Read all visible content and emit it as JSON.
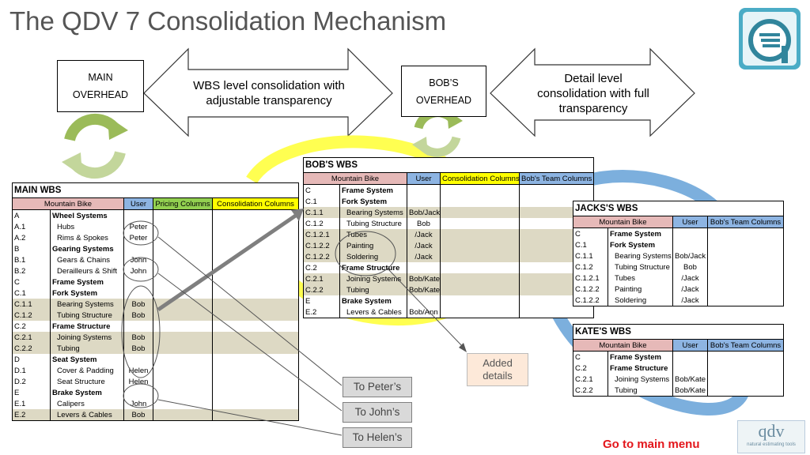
{
  "title": "The QDV 7 Consolidation Mechanism",
  "main_overhead": {
    "line1": "MAIN",
    "line2": "OVERHEAD"
  },
  "bobs_overhead": {
    "line1": "BOB’S",
    "line2": "OVERHEAD"
  },
  "arrow_left_text": {
    "line1": "WBS level consolidation with",
    "line2": "adjustable transparency"
  },
  "arrow_right_text": {
    "line1": "Detail level",
    "line2": "consolidation with full",
    "line3": "transparency"
  },
  "main_wbs": {
    "title": "MAIN WBS",
    "headers": {
      "mountain_bike": "Mountain Bike",
      "user": "User",
      "pricing": "Pricing Columns",
      "consolidation": "Consolidation Columns"
    },
    "rows": [
      {
        "code": "A",
        "desc": "Wheel Systems",
        "user": "",
        "bold": true,
        "shade": false
      },
      {
        "code": "A.1",
        "desc": "Hubs",
        "user": "Peter",
        "bold": false,
        "shade": false
      },
      {
        "code": "A.2",
        "desc": "Rims & Spokes",
        "user": "Peter",
        "bold": false,
        "shade": false
      },
      {
        "code": "B",
        "desc": "Gearing Systems",
        "user": "",
        "bold": true,
        "shade": false
      },
      {
        "code": "B.1",
        "desc": "Gears & Chains",
        "user": "John",
        "bold": false,
        "shade": false
      },
      {
        "code": "B.2",
        "desc": "Derailleurs & Shift",
        "user": "John",
        "bold": false,
        "shade": false
      },
      {
        "code": "C",
        "desc": "Frame System",
        "user": "",
        "bold": true,
        "shade": false
      },
      {
        "code": "C.1",
        "desc": "Fork System",
        "user": "",
        "bold": true,
        "shade": false
      },
      {
        "code": "C.1.1",
        "desc": "Bearing Systems",
        "user": "Bob",
        "bold": false,
        "shade": true
      },
      {
        "code": "C.1.2",
        "desc": "Tubing Structure",
        "user": "Bob",
        "bold": false,
        "shade": true
      },
      {
        "code": "C.2",
        "desc": "Frame Structure",
        "user": "",
        "bold": true,
        "shade": false
      },
      {
        "code": "C.2.1",
        "desc": "Joining Systems",
        "user": "Bob",
        "bold": false,
        "shade": true
      },
      {
        "code": "C.2.2",
        "desc": "Tubing",
        "user": "Bob",
        "bold": false,
        "shade": true
      },
      {
        "code": "D",
        "desc": "Seat System",
        "user": "",
        "bold": true,
        "shade": false
      },
      {
        "code": "D.1",
        "desc": "Cover & Padding",
        "user": "Helen",
        "bold": false,
        "shade": false
      },
      {
        "code": "D.2",
        "desc": "Seat Structure",
        "user": "Helen",
        "bold": false,
        "shade": false
      },
      {
        "code": "E",
        "desc": "Brake System",
        "user": "",
        "bold": true,
        "shade": false
      },
      {
        "code": "E.1",
        "desc": "Calipers",
        "user": "John",
        "bold": false,
        "shade": false
      },
      {
        "code": "E.2",
        "desc": "Levers & Cables",
        "user": "Bob",
        "bold": false,
        "shade": true
      }
    ]
  },
  "bobs_wbs": {
    "title": "BOB'S WBS",
    "headers": {
      "mountain_bike": "Mountain Bike",
      "user": "User",
      "consolidation": "Consolidation Columns",
      "team": "Bob's Team Columns"
    },
    "rows": [
      {
        "code": "C",
        "desc": "Frame System",
        "user": "",
        "bold": true,
        "shade": false
      },
      {
        "code": "C.1",
        "desc": "Fork System",
        "user": "",
        "bold": true,
        "shade": false
      },
      {
        "code": "C.1.1",
        "desc": "Bearing Systems",
        "user": "Bob/Jack",
        "bold": false,
        "shade": true
      },
      {
        "code": "C.1.2",
        "desc": "Tubing Structure",
        "user": "Bob",
        "bold": false,
        "shade": false
      },
      {
        "code": "C.1.2.1",
        "desc": "Tubes",
        "user": "/Jack",
        "bold": false,
        "shade": true
      },
      {
        "code": "C.1.2.2",
        "desc": "Painting",
        "user": "/Jack",
        "bold": false,
        "shade": true
      },
      {
        "code": "C.1.2.2",
        "desc": "Soldering",
        "user": "/Jack",
        "bold": false,
        "shade": true
      },
      {
        "code": "C.2",
        "desc": "Frame Structure",
        "user": "",
        "bold": true,
        "shade": false
      },
      {
        "code": "C.2.1",
        "desc": "Joining Systems",
        "user": "Bob/Kate",
        "bold": false,
        "shade": true
      },
      {
        "code": "C.2.2",
        "desc": "Tubing",
        "user": "Bob/Kate",
        "bold": false,
        "shade": true
      },
      {
        "code": "E",
        "desc": "Brake System",
        "user": "",
        "bold": true,
        "shade": false
      },
      {
        "code": "E.2",
        "desc": "Levers & Cables",
        "user": "Bob/Ann",
        "bold": false,
        "shade": false
      }
    ]
  },
  "jacks_wbs": {
    "title": "JACKS'S WBS",
    "headers": {
      "mountain_bike": "Mountain Bike",
      "user": "User",
      "team": "Bob's Team Columns"
    },
    "rows": [
      {
        "code": "C",
        "desc": "Frame System",
        "user": "",
        "bold": true
      },
      {
        "code": "C.1",
        "desc": "Fork System",
        "user": "",
        "bold": true
      },
      {
        "code": "C.1.1",
        "desc": "Bearing Systems",
        "user": "Bob/Jack",
        "bold": false
      },
      {
        "code": "C.1.2",
        "desc": "Tubing Structure",
        "user": "Bob",
        "bold": false
      },
      {
        "code": "C.1.2.1",
        "desc": "Tubes",
        "user": "/Jack",
        "bold": false
      },
      {
        "code": "C.1.2.2",
        "desc": "Painting",
        "user": "/Jack",
        "bold": false
      },
      {
        "code": "C.1.2.2",
        "desc": "Soldering",
        "user": "/Jack",
        "bold": false
      }
    ]
  },
  "kates_wbs": {
    "title": "KATE'S WBS",
    "headers": {
      "mountain_bike": "Mountain Bike",
      "user": "User",
      "team": "Bob's Team Columns"
    },
    "rows": [
      {
        "code": "C",
        "desc": "Frame System",
        "user": "",
        "bold": true
      },
      {
        "code": "C.2",
        "desc": "Frame Structure",
        "user": "",
        "bold": true
      },
      {
        "code": "C.2.1",
        "desc": "Joining Systems",
        "user": "Bob/Kate",
        "bold": false
      },
      {
        "code": "C.2.2",
        "desc": "Tubing",
        "user": "Bob/Kate",
        "bold": false
      }
    ]
  },
  "added_details": {
    "line1": "Added",
    "line2": "details"
  },
  "to_peter": "To Peter’s",
  "to_john": "To John’s",
  "to_helen": "To Helen’s",
  "go_to_main_menu": "Go to main menu",
  "logo_text": "qdv",
  "logo_subtext": "natural estimating tools",
  "colors": {
    "title": "#555555",
    "menu_link": "#e3161b",
    "yellow_arrow": "#ffff33",
    "blue_arrow": "#5b9bd5",
    "green_cycle": "#9bbb59"
  }
}
